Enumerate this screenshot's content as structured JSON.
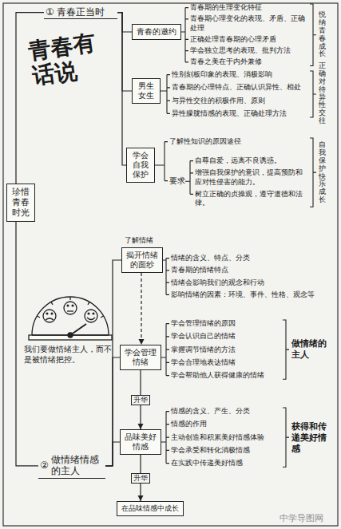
{
  "diagram": {
    "title": "青春有话说",
    "nodes": [
      {
        "text": [
          "①",
          "青春正当时"
        ]
      },
      {
        "text": [
          "青春的邀约"
        ]
      },
      {
        "text": [
          "男生女生"
        ]
      },
      {
        "text": [
          "学会自我保护"
        ]
      },
      {
        "text": [
          "珍惜青春时光"
        ]
      },
      {
        "text": [
          "揭开情绪的面纱"
        ]
      },
      {
        "text": [
          "学会管理情绪"
        ]
      },
      {
        "text": [
          "品味美好情感"
        ]
      },
      {
        "text": [
          "②",
          "做情绪情感的主人"
        ]
      },
      {
        "text": [
          "在品味情感中成长"
        ]
      }
    ],
    "edges": [
      {
        "from": 4,
        "to": 0,
        "arrow": "none"
      },
      {
        "from": 0,
        "to": 1,
        "arrow": "none"
      },
      {
        "from": 0,
        "to": 2,
        "arrow": "none"
      },
      {
        "from": 0,
        "to": 3,
        "arrow": "none"
      },
      {
        "from": 4,
        "to": 8,
        "arrow": "none"
      },
      {
        "from": 8,
        "to": 5,
        "arrow": "none"
      },
      {
        "from": 8,
        "to": 6,
        "arrow": "none"
      },
      {
        "from": 8,
        "to": 7,
        "arrow": "none"
      },
      {
        "from": 5,
        "to": 6,
        "arrow": "to"
      },
      {
        "from": 6,
        "to": 7,
        "label": "升华",
        "arrow": "to"
      },
      {
        "from": 7,
        "to": 9,
        "label": "升华",
        "arrow": "to"
      }
    ],
    "labels": [
      "青春期的生理变化特征",
      "青春期心理变化的表现、矛盾、正确处理",
      "正确处理青春期的心理矛盾",
      "学会独立思考的表现、批判方法",
      "青春之美在于内外兼修",
      "悦纳青春成长",
      "性别刻板印象的表现、消极影响",
      "青春期的心理特点、正确认识异性、相处",
      "与异性交往的积极作用、原则",
      "异性朦胧情感的表现、正确处理方法",
      "正确对待异性交往",
      "了解性知识的原因途径",
      "要求",
      "自尊自爱，远离不良诱惑。",
      "增强自我保护的意识，提高预防和应对性侵害的能力。",
      "树立正确的贞操观，遵守道德和法律。",
      "自我保护快乐成长",
      "我们要做情绪主人，而不是被情绪把控。",
      "了解情绪",
      "情绪的含义、特点、分类",
      "青春期的情绪特点",
      "情绪会影响我们的观念和行动",
      "影响情绪的因素：环境、事件、性格、观念等",
      "学会管理情绪的原因",
      "学会认识自己的情绪",
      "掌握调节情绪的方法",
      "学会合理地表达情绪",
      "学会帮助他人获得健康的情绪",
      "做情绪的主人",
      "情感的含义、产生、分类",
      "情感的作用",
      "主动创造和积累美好情感体验",
      "学会承受和转化消极情感",
      "在实践中传递美好情感",
      "获得和传递美好情感",
      "中学导图网"
    ]
  }
}
